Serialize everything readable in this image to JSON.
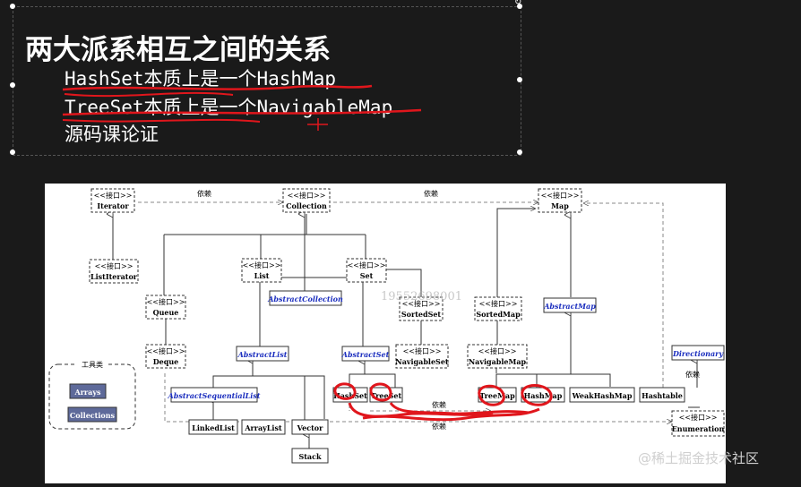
{
  "slide": {
    "title": "两大派系相互之间的关系",
    "lines": [
      "HashSet本质上是一个HashMap",
      "TreeSet本质上是一个NavigableMap",
      "源码课论证"
    ]
  },
  "diagram": {
    "interface_tag": "<<接口>>",
    "dependency_label": "依赖",
    "tools_label": "工具类",
    "nodes": {
      "iterator": "Iterator",
      "collection": "Collection",
      "map": "Map",
      "list_iterator": "ListIterator",
      "list": "List",
      "set": "Set",
      "abstract_collection": "AbstractCollection",
      "sorted_set": "SortedSet",
      "sorted_map": "SortedMap",
      "abstract_map": "AbstractMap",
      "queue": "Queue",
      "deque": "Deque",
      "abstract_list": "AbstractList",
      "abstract_set": "AbstractSet",
      "navigable_set": "NavigableSet",
      "navigable_map": "NavigableMap",
      "directionary": "Directionary",
      "arrays": "Arrays",
      "collections": "Collections",
      "abstract_sequential_list": "AbstractSequentialList",
      "hash_set": "HashSet",
      "tree_set": "TreeSet",
      "tree_map": "TreeMap",
      "hash_map": "HashMap",
      "weak_hash_map": "WeakHashMap",
      "hashtable": "Hashtable",
      "linked_list": "LinkedList",
      "array_list": "ArrayList",
      "vector": "Vector",
      "stack": "Stack",
      "enumeration": "Enumeration"
    },
    "overlay_number": "19552698001"
  },
  "watermark": "@稀土掘金技术社区",
  "colors": {
    "background": "#1a1a1a",
    "text": "#ffffff",
    "annotation_red": "#e0161c",
    "abstract_text": "#1a2dbe",
    "tool_fill": "#5e6a9a"
  }
}
